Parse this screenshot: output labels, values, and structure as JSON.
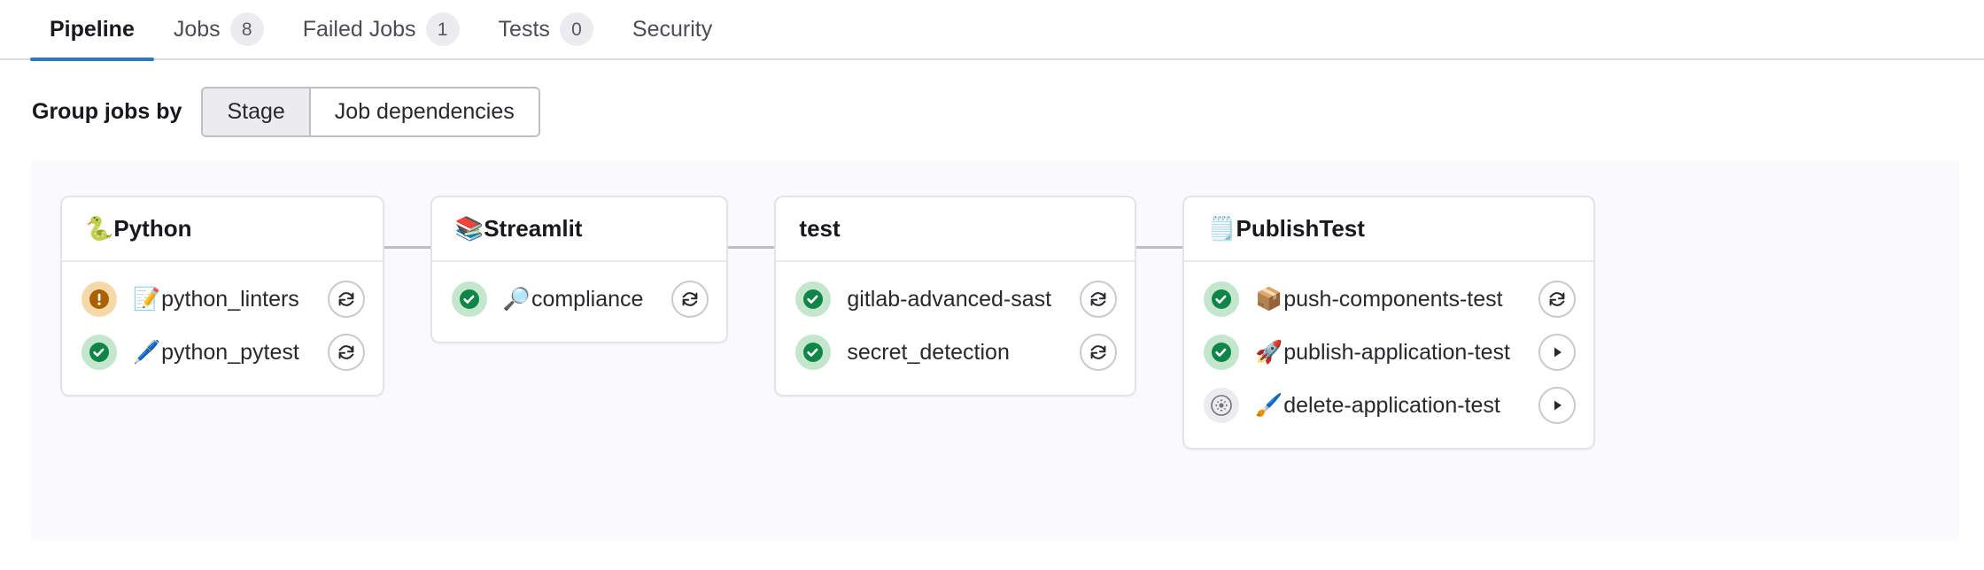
{
  "tabs": [
    {
      "label": "Pipeline",
      "count": null,
      "active": true
    },
    {
      "label": "Jobs",
      "count": "8",
      "active": false
    },
    {
      "label": "Failed Jobs",
      "count": "1",
      "active": false
    },
    {
      "label": "Tests",
      "count": "0",
      "active": false
    },
    {
      "label": "Security",
      "count": null,
      "active": false
    }
  ],
  "group_by": {
    "label": "Group jobs by",
    "options": [
      {
        "label": "Stage",
        "active": true
      },
      {
        "label": "Job dependencies",
        "active": false
      }
    ]
  },
  "colors": {
    "accent": "#2b79c2",
    "success": "#108548",
    "success_ring": "#c3e6cd",
    "warning": "#ab6100",
    "warning_ring": "#f5d9a8",
    "neutral": "#737278",
    "neutral_ring": "#ececef",
    "canvas": "#fafafc",
    "card_border": "#e4e4e7",
    "connector": "#bfbfc3"
  },
  "stages": [
    {
      "name": "Python",
      "emoji": "🐍",
      "jobs": [
        {
          "name": "python_linters",
          "emoji": "📝",
          "status": "warning",
          "status_name": "status-warning-icon",
          "action": "retry",
          "action_name": "retry-button"
        },
        {
          "name": "python_pytest",
          "emoji": "🖊️",
          "status": "success",
          "status_name": "status-success-icon",
          "action": "retry",
          "action_name": "retry-button"
        }
      ]
    },
    {
      "name": "Streamlit",
      "emoji": "📚",
      "jobs": [
        {
          "name": "compliance",
          "emoji": "🔎",
          "status": "success",
          "status_name": "status-success-icon",
          "action": "retry",
          "action_name": "retry-button"
        }
      ]
    },
    {
      "name": "test",
      "emoji": "",
      "jobs": [
        {
          "name": "gitlab-advanced-sast",
          "emoji": "",
          "status": "success",
          "status_name": "status-success-icon",
          "action": "retry",
          "action_name": "retry-button"
        },
        {
          "name": "secret_detection",
          "emoji": "",
          "status": "success",
          "status_name": "status-success-icon",
          "action": "retry",
          "action_name": "retry-button"
        }
      ]
    },
    {
      "name": "PublishTest",
      "emoji": "🗒️",
      "jobs": [
        {
          "name": "push-components-test",
          "emoji": "📦",
          "status": "success",
          "status_name": "status-success-icon",
          "action": "retry",
          "action_name": "retry-button"
        },
        {
          "name": "publish-application-test",
          "emoji": "🚀",
          "status": "success",
          "status_name": "status-success-icon",
          "action": "play",
          "action_name": "run-manual-job-button"
        },
        {
          "name": "delete-application-test",
          "emoji": "🖌️",
          "status": "manual",
          "status_name": "status-manual-icon",
          "action": "play",
          "action_name": "run-manual-job-button"
        }
      ]
    }
  ]
}
